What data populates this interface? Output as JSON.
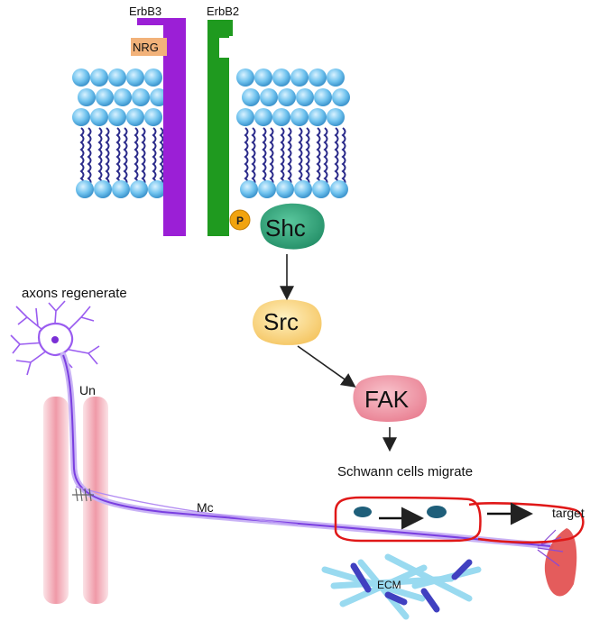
{
  "receptors": {
    "erbb3_label": "ErbB3",
    "erbb2_label": "ErbB2",
    "ligand_label": "NRG",
    "phospho_label": "P"
  },
  "pathway": {
    "shc": "Shc",
    "src": "Src",
    "fak": "FAK"
  },
  "annotations": {
    "axons": "axons regenerate",
    "schwann": "Schwann cells migrate",
    "unmyelinated": "Un",
    "myelinated": "Mc",
    "target": "target",
    "ecm": "ECM"
  },
  "colors": {
    "erbb3": "#9b1fd6",
    "erbb2": "#1f9a1f",
    "nrg_box": "#f2b27a",
    "lipid_head": "#6fc2ee",
    "lipid_tail": "#2a2a8a",
    "phospho": "#f1a30f",
    "shc": "#2fa57a",
    "src": "#f7d27a",
    "fak": "#ee8d9c",
    "neuron": "#9a5cf0",
    "schwann_outline": "#e01818",
    "schwann_nucleus": "#1f5f7a",
    "ecm_light": "#8ed6ef",
    "ecm_dark": "#4040c0",
    "target": "#e14a4a",
    "nerve_sheath": "#f2b0b8"
  }
}
